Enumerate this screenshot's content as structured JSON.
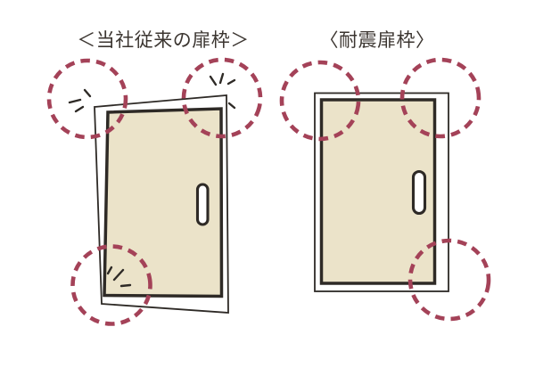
{
  "colors": {
    "background": "#ffffff",
    "accent": "#a44258",
    "ink": "#2e2a26",
    "door_fill": "#ebe3c9",
    "text": "#3b3530"
  },
  "left_figure": {
    "title": "＜当社従来の扉枠＞",
    "highlight_circle_count": 3,
    "impact_mark_count": 3
  },
  "right_figure": {
    "title": "〈耐震扉枠〉",
    "highlight_circle_count": 3,
    "impact_mark_count": 0
  }
}
